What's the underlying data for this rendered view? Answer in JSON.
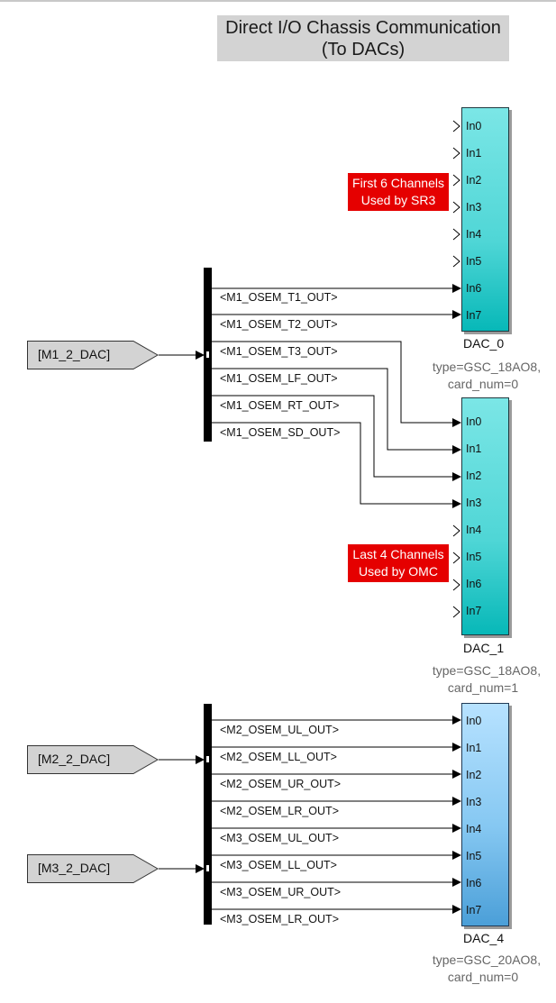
{
  "title": {
    "line1": "Direct I/O Chassis Communication",
    "line2": "(To DACs)"
  },
  "dac_0": {
    "name": "DAC_0",
    "type": "type=GSC_18AO8,",
    "card": "card_num=0",
    "ports": [
      "In0",
      "In1",
      "In2",
      "In3",
      "In4",
      "In5",
      "In6",
      "In7"
    ]
  },
  "dac_1": {
    "name": "DAC_1",
    "type": "type=GSC_18AO8,",
    "card": "card_num=1",
    "ports": [
      "In0",
      "In1",
      "In2",
      "In3",
      "In4",
      "In5",
      "In6",
      "In7"
    ]
  },
  "dac_4": {
    "name": "DAC_4",
    "type": "type=GSC_20AO8,",
    "card": "card_num=0",
    "ports": [
      "In0",
      "In1",
      "In2",
      "In3",
      "In4",
      "In5",
      "In6",
      "In7"
    ]
  },
  "notes": {
    "first": {
      "line1": "First 6 Channels",
      "line2": "Used by SR3"
    },
    "last": {
      "line1": "Last 4 Channels",
      "line2": "Used by OMC"
    }
  },
  "from_blocks": {
    "m1": "[M1_2_DAC]",
    "m2": "[M2_2_DAC]",
    "m3": "[M3_2_DAC]"
  },
  "bus1_signals": [
    "<M1_OSEM_T1_OUT>",
    "<M1_OSEM_T2_OUT>",
    "<M1_OSEM_T3_OUT>",
    "<M1_OSEM_LF_OUT>",
    "<M1_OSEM_RT_OUT>",
    "<M1_OSEM_SD_OUT>"
  ],
  "bus2_signals": [
    "<M2_OSEM_UL_OUT>",
    "<M2_OSEM_LL_OUT>",
    "<M2_OSEM_UR_OUT>",
    "<M2_OSEM_LR_OUT>",
    "<M3_OSEM_UL_OUT>",
    "<M3_OSEM_LL_OUT>",
    "<M3_OSEM_UR_OUT>",
    "<M3_OSEM_LR_OUT>"
  ],
  "colors": {
    "note_bg": "#e50000",
    "dac_cyan": "#4fd6d6",
    "dac_blue": "#86c8f2",
    "from_fill": "#d3d3d3"
  }
}
